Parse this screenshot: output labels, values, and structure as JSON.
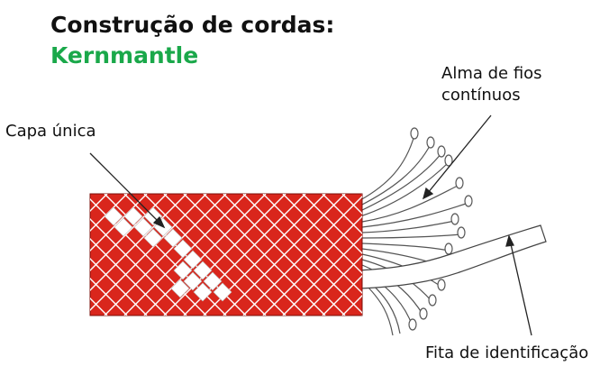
{
  "title": "Construção de cordas:",
  "subtitle": "Kernmantle",
  "labels": {
    "sheath": "Capa única",
    "core_line1": "Alma de fios",
    "core_line2": "contínuos",
    "marker_tape": "Fita de identificação"
  },
  "colors": {
    "sheath_fill": "#d9261c",
    "subtitle": "#1aa84a",
    "lines": "#222222"
  }
}
